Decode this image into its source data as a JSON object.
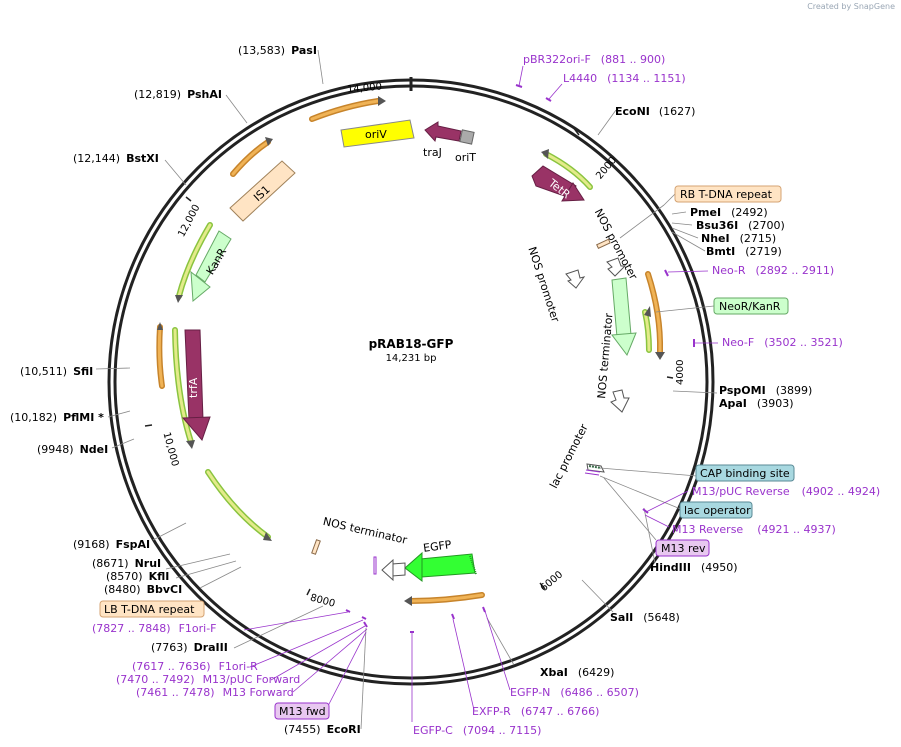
{
  "credit": "Created by SnapGene",
  "plasmid": {
    "name": "pRAB18-GFP",
    "size": "14,231 bp",
    "length": 14231
  },
  "colors": {
    "enzyme": "#000000",
    "primer": "#9933cc",
    "leader": "#777777",
    "backbone": "#222222",
    "tick": "#222222",
    "orf_fill": "#e3eb8a",
    "orf_stroke": "#8ac43f",
    "orf_alt_fill": "#f0b356",
    "ori": "#ffff00",
    "nos": "#ffffff",
    "tetr": "#993366",
    "kanr": "#ccffcc",
    "egfp": "#33ff33",
    "is1": "#ffe4c4",
    "orit": "#aaaaaa"
  },
  "ticks": [
    "2000",
    "4000",
    "6000",
    "8000",
    "10,000",
    "12,000",
    "14,000"
  ],
  "enzymes": [
    {
      "pos": "(13,583)",
      "name": "PasI"
    },
    {
      "pos": "(12,819)",
      "name": "PshAI"
    },
    {
      "pos": "(12,144)",
      "name": "BstXI"
    },
    {
      "pos": "(10,511)",
      "name": "SfiI"
    },
    {
      "pos": "(10,182)",
      "name": "PflMI *"
    },
    {
      "pos": "(9948)",
      "name": "NdeI"
    },
    {
      "pos": "(9168)",
      "name": "FspAI"
    },
    {
      "pos": "(8671)",
      "name": "NruI"
    },
    {
      "pos": "(8570)",
      "name": "KflI"
    },
    {
      "pos": "(8480)",
      "name": "BbvCI"
    },
    {
      "pos": "(7763)",
      "name": "DraIII"
    },
    {
      "pos": "(7455)",
      "name": "EcoRI"
    },
    {
      "pos": "(1627)",
      "name": "EcoNI"
    },
    {
      "pos": "(2492)",
      "name": "PmeI"
    },
    {
      "pos": "(2700)",
      "name": "Bsu36I"
    },
    {
      "pos": "(2715)",
      "name": "NheI"
    },
    {
      "pos": "(2719)",
      "name": "BmtI"
    },
    {
      "pos": "(3899)",
      "name": "PspOMI"
    },
    {
      "pos": "(3903)",
      "name": "ApaI"
    },
    {
      "pos": "(4950)",
      "name": "HindIII"
    },
    {
      "pos": "(5648)",
      "name": "SalI"
    },
    {
      "pos": "(6429)",
      "name": "XbaI"
    }
  ],
  "primers": [
    {
      "name": "pBR322ori-F",
      "range": "(881 .. 900)"
    },
    {
      "name": "L4440",
      "range": "(1134 .. 1151)"
    },
    {
      "name": "Neo-R",
      "range": "(2892 .. 2911)"
    },
    {
      "name": "Neo-F",
      "range": "(3502 .. 3521)"
    },
    {
      "name": "M13/pUC Reverse",
      "range": "(4902 .. 4924)"
    },
    {
      "name": "M13 Reverse",
      "range": "(4921 .. 4937)"
    },
    {
      "name": "EGFP-N",
      "range": "(6486 .. 6507)"
    },
    {
      "name": "EXFP-R",
      "range": "(6747 .. 6766)"
    },
    {
      "name": "EGFP-C",
      "range": "(7094 .. 7115)"
    },
    {
      "name": "F1ori-F",
      "range": "(7827 .. 7848)"
    },
    {
      "name": "F1ori-R",
      "range": "(7617 .. 7636)"
    },
    {
      "name": "M13/pUC Forward",
      "range": "(7470 .. 7492)"
    },
    {
      "name": "M13 Forward",
      "range": "(7461 .. 7478)"
    }
  ],
  "boxes": [
    {
      "label": "RB T-DNA repeat",
      "fill": "#ffe4c4",
      "stroke": "#d4a373"
    },
    {
      "label": "NeoR/KanR",
      "fill": "#ccffcc",
      "stroke": "#66aa66"
    },
    {
      "label": "CAP binding site",
      "fill": "#a8d8e0",
      "stroke": "#5a8a96"
    },
    {
      "label": "lac operator",
      "fill": "#a8d8e0",
      "stroke": "#5a8a96"
    },
    {
      "label": "M13 rev",
      "fill": "#e8c8f0",
      "stroke": "#9933cc"
    },
    {
      "label": "LB T-DNA repeat",
      "fill": "#ffe4c4",
      "stroke": "#d4a373"
    },
    {
      "label": "M13 fwd",
      "fill": "#e8c8f0",
      "stroke": "#9933cc"
    }
  ],
  "features": {
    "oriV": "oriV",
    "traJ": "traJ",
    "oriT": "oriT",
    "IS1": "IS1",
    "KanR": "KanR",
    "trfA": "trfA",
    "TetR": "TetR",
    "NOS_promoter": "NOS promoter",
    "NOS_terminator": "NOS terminator",
    "lac_promoter": "lac promoter",
    "EGFP": "EGFP"
  }
}
